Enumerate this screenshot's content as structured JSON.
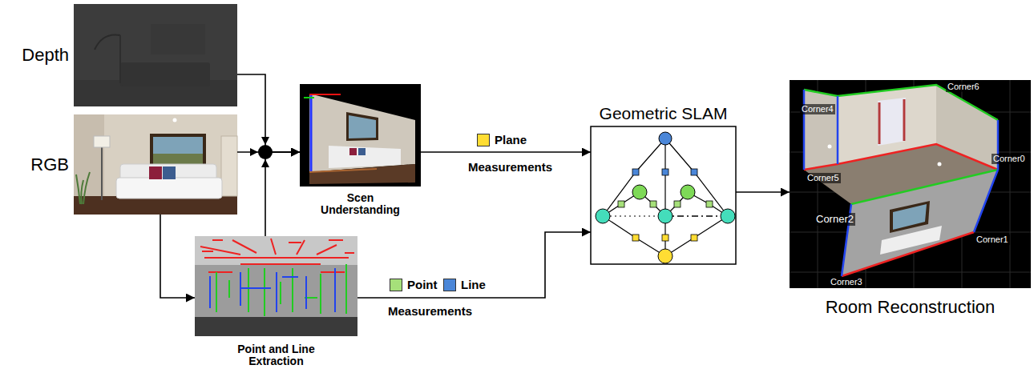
{
  "diagram": {
    "nodes": [
      {
        "text": [
          "Depth"
        ]
      },
      {
        "text": [
          "RGB"
        ]
      },
      {
        "text": [
          "Scen Understanding"
        ]
      },
      {
        "text": [
          "Point and Line Extraction"
        ]
      },
      {
        "text": [
          "Geometric SLAM"
        ]
      },
      {
        "text": [
          "Room Reconstruction"
        ]
      }
    ],
    "edges": [
      {
        "from": 0,
        "to": 2,
        "arrow": "to"
      },
      {
        "from": 1,
        "to": 2,
        "arrow": "to"
      },
      {
        "from": 3,
        "to": 2,
        "arrow": "to"
      },
      {
        "from": 1,
        "to": 3,
        "arrow": "to"
      },
      {
        "from": 2,
        "to": 4,
        "label": "Measurements",
        "arrow": "to"
      },
      {
        "from": 3,
        "to": 4,
        "label": "Measurements",
        "arrow": "to"
      },
      {
        "from": 4,
        "to": 5,
        "arrow": "to"
      }
    ],
    "labels": [
      "Corner4",
      "Corner6",
      "Corner5",
      "Corner0",
      "Corner2",
      "Corner1",
      "Corner3"
    ],
    "legend": [
      {
        "text": "Plane",
        "color": "#ffdd33"
      },
      {
        "text": "Point",
        "color": "#a6e07a"
      },
      {
        "text": "Line",
        "color": "#4a86d8"
      }
    ]
  }
}
